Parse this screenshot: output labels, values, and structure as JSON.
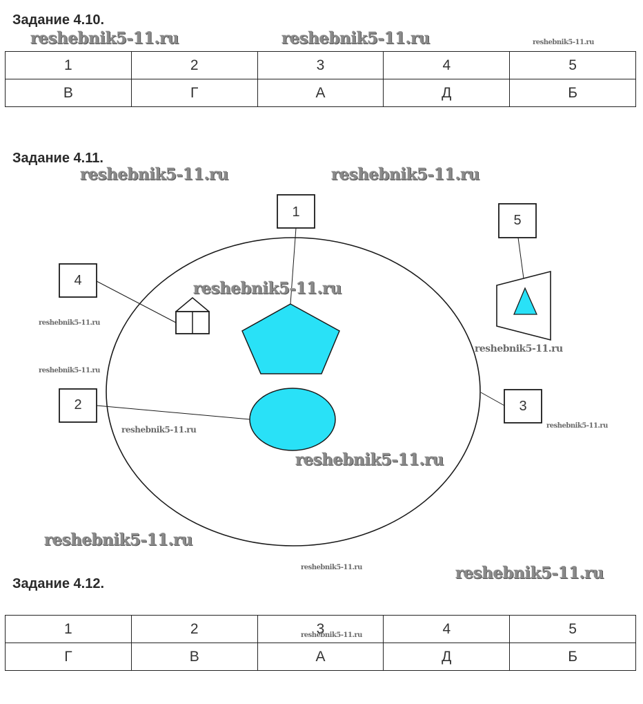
{
  "task_4_10": {
    "title": "Задание 4.10.",
    "headers": [
      "1",
      "2",
      "3",
      "4",
      "5"
    ],
    "answers": [
      "В",
      "Г",
      "А",
      "Д",
      "Б"
    ]
  },
  "task_4_11": {
    "title": "Задание 4.11.",
    "labels": [
      "1",
      "2",
      "3",
      "4",
      "5"
    ],
    "fill_color": "#29e1f7",
    "stroke_color": "#1a1a1a"
  },
  "task_4_12": {
    "title": "Задание 4.12.",
    "headers": [
      "1",
      "2",
      "3",
      "4",
      "5"
    ],
    "answers": [
      "Г",
      "В",
      "А",
      "Д",
      "Б"
    ]
  },
  "watermark": {
    "text": "reshebnik5-11.ru"
  }
}
